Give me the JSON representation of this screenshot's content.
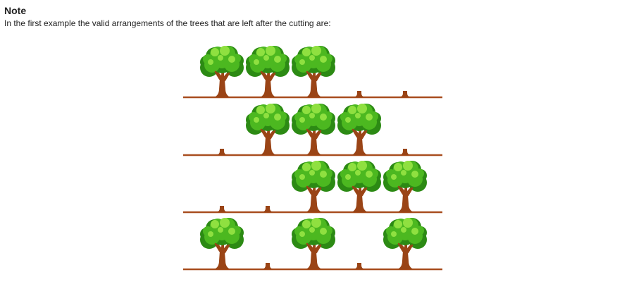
{
  "note": {
    "title": "Note",
    "text": "In the first example the valid arrangements of the trees that are left after the cutting are:"
  },
  "illustration": {
    "icon": "tree-icon",
    "stump_icon": "tree-stump-icon",
    "arrangements": [
      [
        "tree",
        "tree",
        "tree",
        "stump",
        "stump"
      ],
      [
        "stump",
        "tree",
        "tree",
        "tree",
        "stump"
      ],
      [
        "stump",
        "stump",
        "tree",
        "tree",
        "tree"
      ],
      [
        "tree",
        "stump",
        "tree",
        "stump",
        "tree"
      ]
    ],
    "colors": {
      "ground": "#a84e1f",
      "trunk": "#9a4416",
      "foliage_dark": "#2c8a14",
      "foliage_mid": "#4cb820",
      "foliage_light": "#8fe040"
    }
  }
}
